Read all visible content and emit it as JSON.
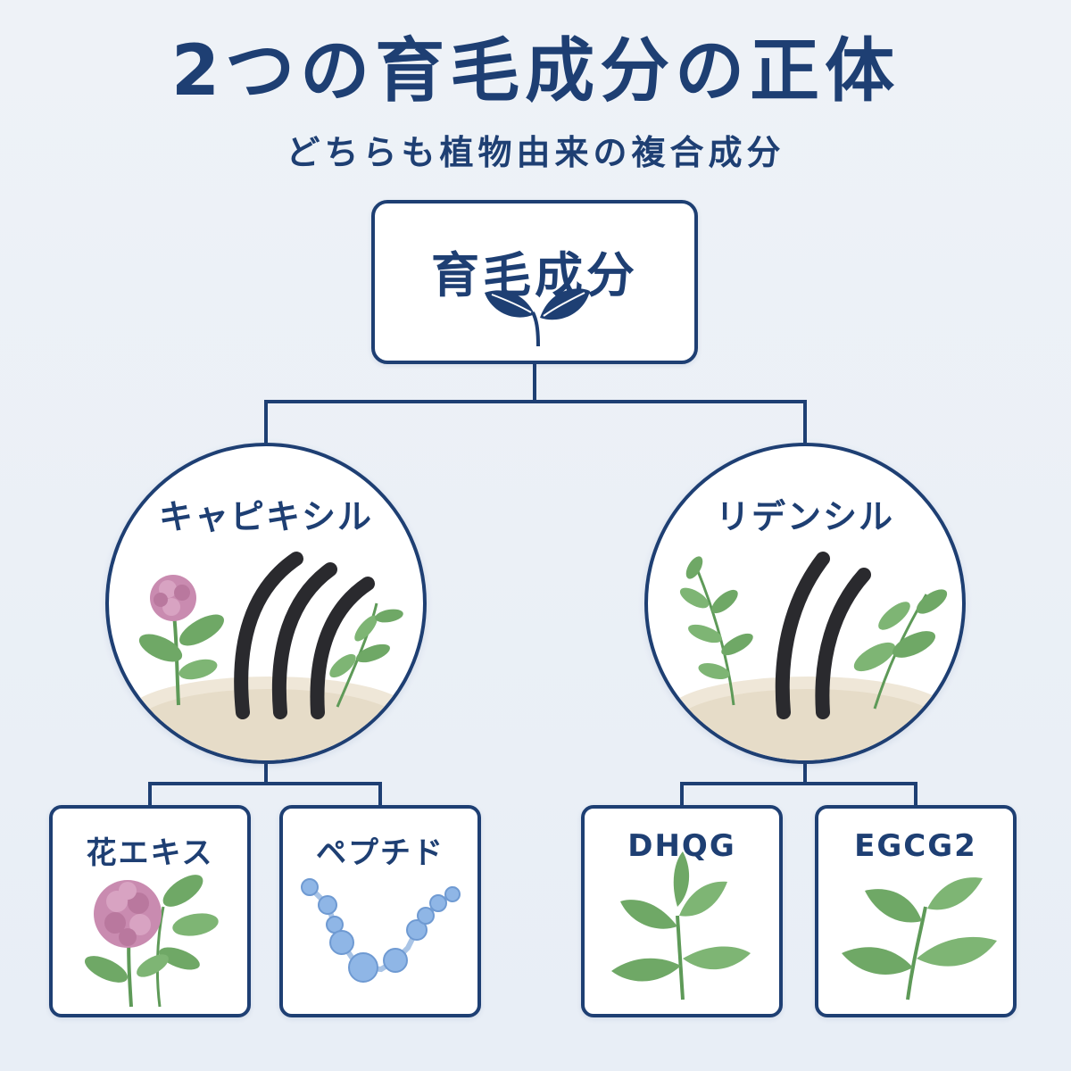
{
  "title": "2つの育毛成分の正体",
  "subtitle": "どちらも植物由来の複合成分",
  "root": {
    "label": "育毛成分",
    "icon": "sprout-icon"
  },
  "branches": [
    {
      "label": "キャピキシル",
      "icon": "hair-clover-herb-icon",
      "children": [
        {
          "label": "花エキス",
          "icon": "red-clover-icon"
        },
        {
          "label": "ペプチド",
          "icon": "molecule-chain-icon"
        }
      ]
    },
    {
      "label": "リデンシル",
      "icon": "hair-herb-icon",
      "children": [
        {
          "label": "DHQG",
          "icon": "tea-leaf-icon"
        },
        {
          "label": "EGCG2",
          "icon": "tea-leaf-icon"
        }
      ]
    }
  ],
  "colors": {
    "navy": "#1e3f73",
    "leaf": "#5e9a58",
    "clover": "#c98bb0",
    "molecule": "#8fb6e6",
    "background": "#eaf0f7"
  }
}
